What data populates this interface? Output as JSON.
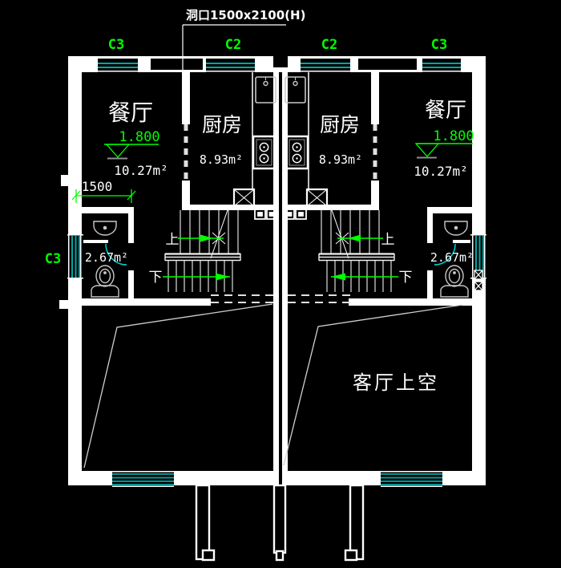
{
  "plan": {
    "opening_label": "洞口1500x2100(H)",
    "tags": {
      "c3": "C3",
      "c2": "C2"
    },
    "dims": {
      "bath_width": "1500"
    },
    "levels": {
      "dining": "1.800"
    },
    "rooms": {
      "dining": {
        "name": "餐厅",
        "area": "10.27m²"
      },
      "kitchen": {
        "name": "厨房",
        "area": "8.93m²"
      },
      "bath": {
        "area": "2.67m²"
      },
      "living": {
        "name": "客厅上空"
      }
    },
    "stairs": {
      "up": "上",
      "down": "下"
    },
    "colors": {
      "background": "#000000",
      "line": "#ffffff",
      "annotation_green": "#00ff00",
      "glazing_teal": "#00a6a6",
      "door_cyan": "#00e0e0"
    }
  }
}
